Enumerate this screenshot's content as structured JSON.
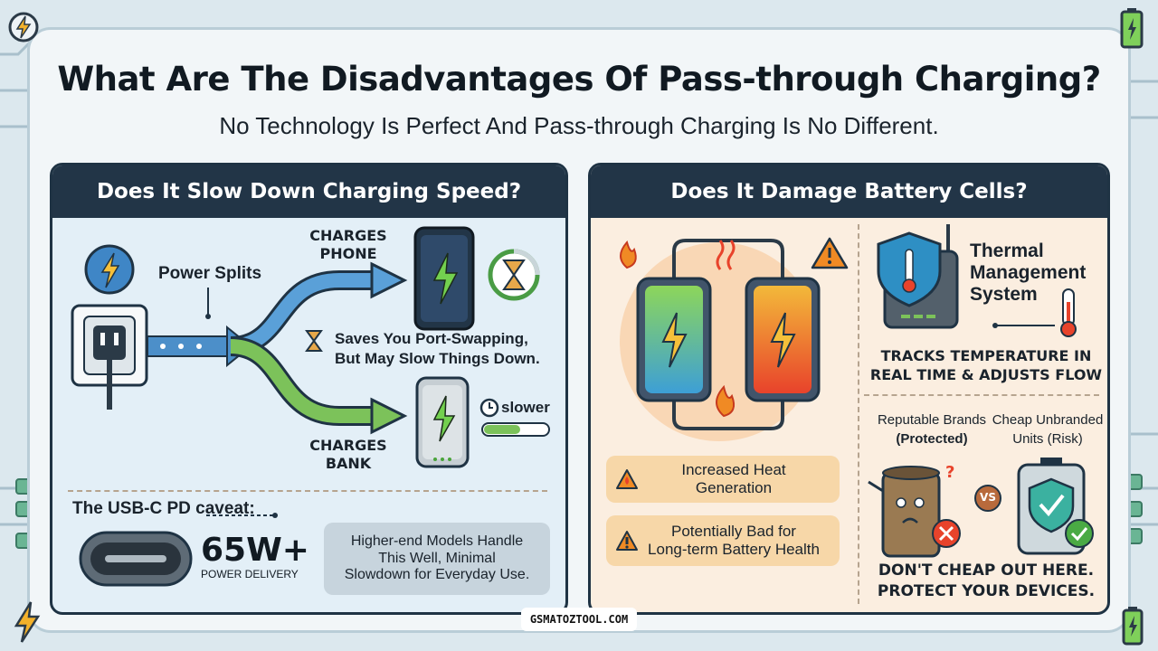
{
  "header": {
    "title": "What Are The Disadvantages Of Pass-through Charging?",
    "subtitle": "No Technology Is Perfect And Pass-through Charging Is No Different."
  },
  "left_panel": {
    "heading": "Does It Slow Down Charging Speed?",
    "power_splits": "Power Splits",
    "charges_phone": [
      "CHARGES",
      "PHONE"
    ],
    "charges_bank": [
      "CHARGES",
      "BANK"
    ],
    "note_line1": "Saves You Port-Swapping,",
    "note_line2": "But May Slow Things Down.",
    "slower_label": "slower",
    "caveat_label": "The USB-C PD caveat:",
    "watt_value": "65W+",
    "watt_caption": "POWER DELIVERY",
    "caveat_note": [
      "Higher-end Models Handle",
      "This Well, Minimal",
      "Slowdown for Everyday Use."
    ]
  },
  "right_panel": {
    "heading": "Does It Damage Battery Cells?",
    "thermal_title": [
      "Thermal",
      "Management",
      "System"
    ],
    "thermal_caption": [
      "TRACKS TEMPERATURE IN",
      "REAL TIME & ADJUSTS FLOW"
    ],
    "warning_heat": [
      "Increased Heat",
      "Generation"
    ],
    "warning_health": [
      "Potentially Bad for",
      "Long-term Battery Health"
    ],
    "brand_good": [
      "Reputable Brands",
      "(Protected)"
    ],
    "brand_bad": [
      "Cheap Unbranded",
      "Units (Risk)"
    ],
    "vs_label": "VS",
    "advice": [
      "DON'T CHEAP OUT HERE.",
      "PROTECT YOUR DEVICES."
    ]
  },
  "footer": {
    "watermark": "GSMATOZTOOL.COM"
  },
  "colors": {
    "panel_header": "#223547",
    "accent_blue": "#3e7fb8",
    "accent_green": "#5aab44",
    "warning_orange": "#f08a24",
    "heat_red": "#e8432b"
  }
}
